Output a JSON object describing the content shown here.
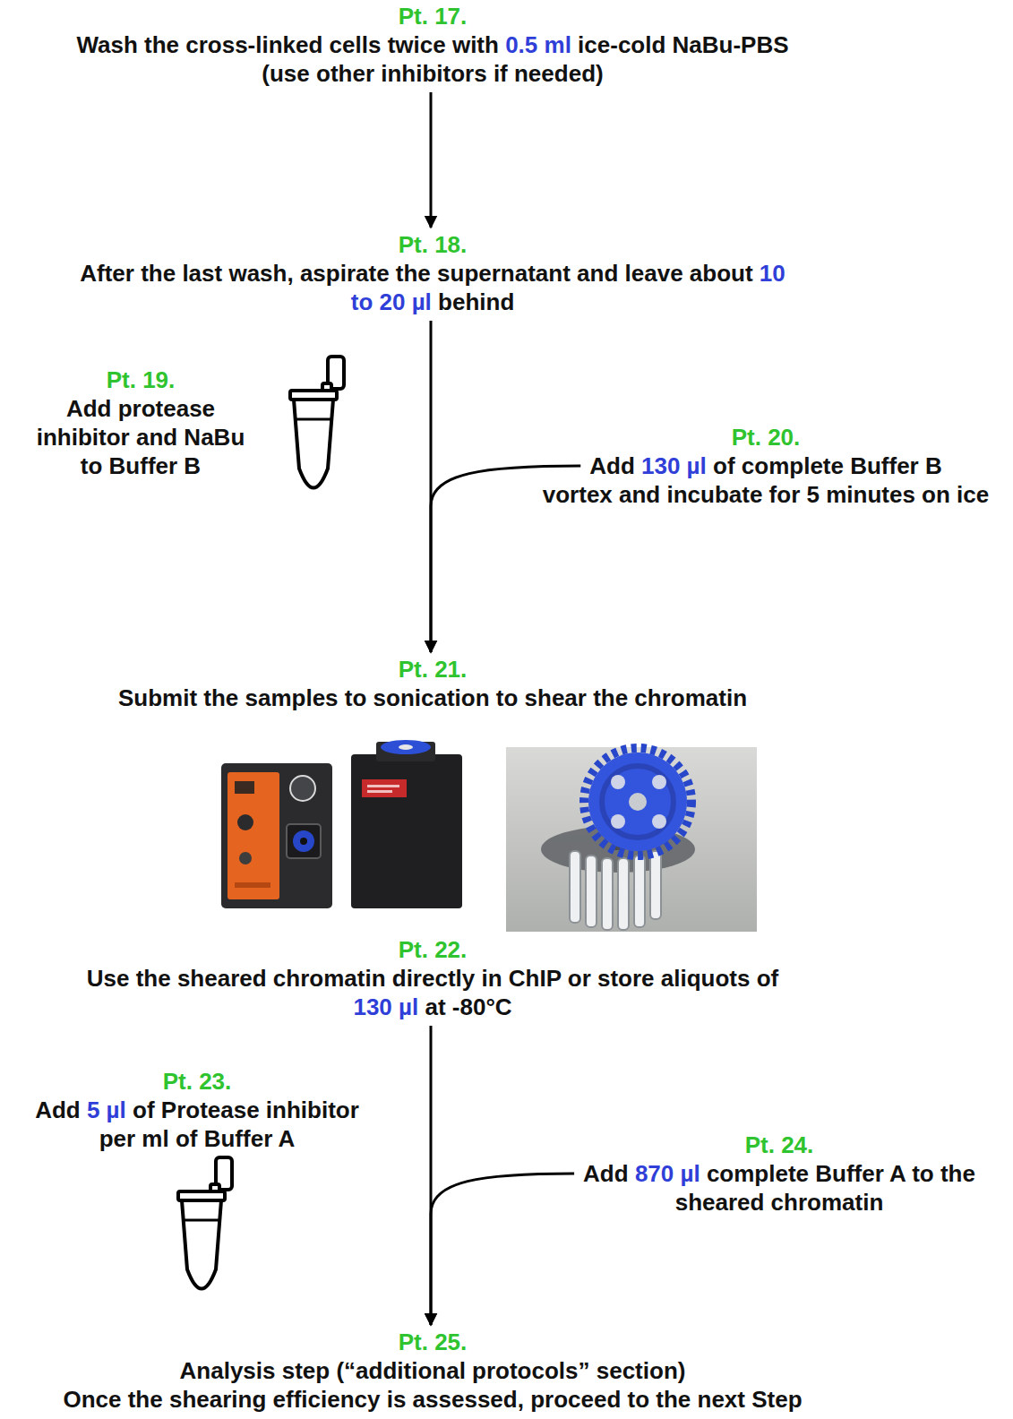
{
  "diagram": {
    "nodes": [
      {
        "text": [
          "Pt. 17.",
          "Wash the cross-linked cells twice with 0.5 ml ice-cold NaBu-PBS (use other inhibitors if needed)"
        ]
      },
      {
        "text": [
          "Pt. 18.",
          "After the last wash, aspirate the supernatant and leave about 10 to 20 µl behind"
        ]
      },
      {
        "text": [
          "Pt. 19.",
          "Add protease inhibitor and NaBu to Buffer B"
        ]
      },
      {
        "text": [
          "Pt. 20.",
          "Add 130 µl of complete Buffer B",
          "vortex and incubate for 5 minutes on ice"
        ]
      },
      {
        "text": [
          "Pt. 21.",
          "Submit the samples to sonication to shear the chromatin"
        ]
      },
      {
        "text": [
          "Pt. 22.",
          "Use the sheared chromatin directly in ChIP or store aliquots of 130 µl at -80°C"
        ]
      },
      {
        "text": [
          "Pt. 23.",
          "Add 5 µl of Protease inhibitor per ml of Buffer A"
        ]
      },
      {
        "text": [
          "Pt. 24.",
          "Add 870 µl complete Buffer A to the sheared chromatin"
        ]
      },
      {
        "text": [
          "Pt. 25.",
          "Analysis step (“additional protocols” section)",
          "Once the shearing efficiency is assessed, proceed to the next Step"
        ]
      }
    ],
    "edges": [
      {
        "from": 0,
        "to": 1,
        "arrow": "to"
      },
      {
        "from": 1,
        "to": 4,
        "arrow": "to"
      },
      {
        "from": 3,
        "to": 4,
        "arrow": "to"
      },
      {
        "from": 5,
        "to": 8,
        "arrow": "to"
      },
      {
        "from": 7,
        "to": 8,
        "arrow": "to"
      }
    ]
  }
}
